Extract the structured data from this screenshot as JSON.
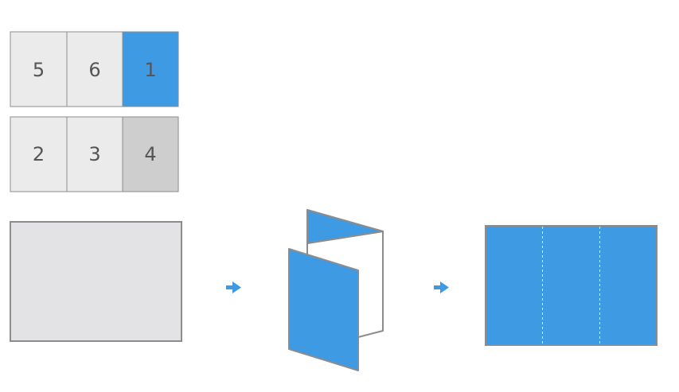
{
  "colors": {
    "accent": "#3f9ae4",
    "panel_light": "#ebebeb",
    "panel_dark": "#cecece",
    "sheet": "#e3e3e5",
    "border": "#8c8c8c",
    "label": "#555555"
  },
  "layout_panels": {
    "top_row": [
      {
        "label": "5",
        "fill": "panel_light"
      },
      {
        "label": "6",
        "fill": "panel_light"
      },
      {
        "label": "1",
        "fill": "accent"
      }
    ],
    "bottom_row": [
      {
        "label": "2",
        "fill": "panel_light"
      },
      {
        "label": "3",
        "fill": "panel_light"
      },
      {
        "label": "4",
        "fill": "panel_dark"
      }
    ]
  },
  "steps": [
    {
      "name": "flat-sheet"
    },
    {
      "name": "z-fold"
    },
    {
      "name": "folded-brochure"
    }
  ],
  "arrows": [
    {
      "icon": "right-arrow-icon"
    },
    {
      "icon": "right-arrow-icon"
    }
  ]
}
